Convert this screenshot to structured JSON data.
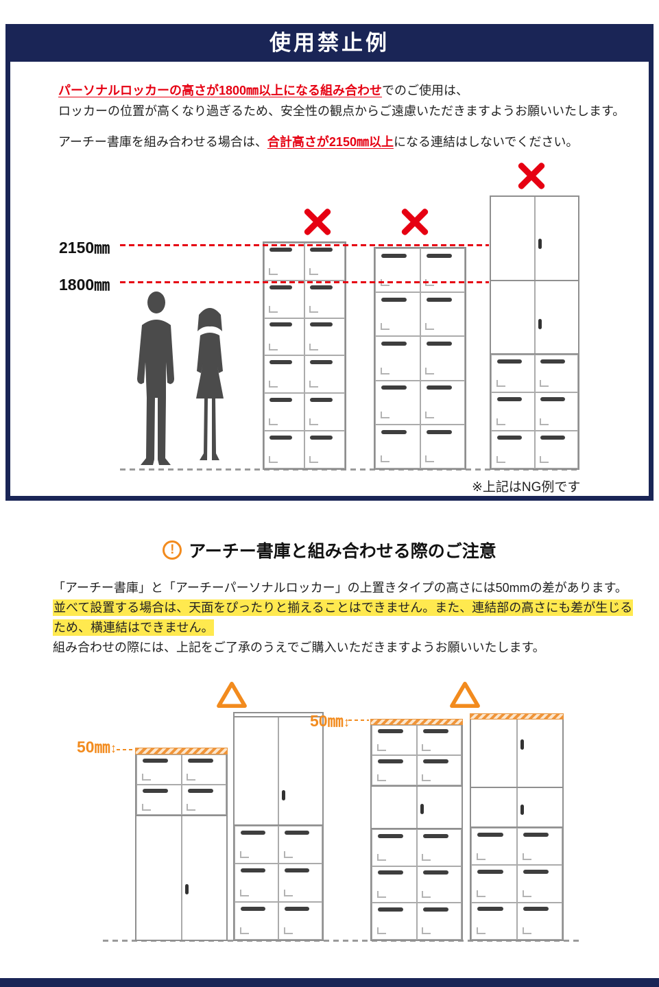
{
  "colors": {
    "navy": "#1a2556",
    "red": "#e60012",
    "orange": "#f28b1e",
    "highlight": "#ffe94f"
  },
  "prohibited": {
    "title": "使用禁止例",
    "intro": {
      "line1_red": "パーソナルロッカーの高さが1800㎜以上になる組み合わせ",
      "line1_rest": "でのご使用は、",
      "line2": "ロッカーの位置が高くなり過ぎるため、安全性の観点からご遠慮いただきますようお願いいたします。",
      "line3_head": "アーチー書庫を組み合わせる場合は、",
      "line3_red": "合計高さが2150㎜以上",
      "line3_rest": "になる連結はしないでください。"
    },
    "height_label_2150": "2150㎜",
    "height_label_1800": "1800㎜",
    "ng_note": "※上記はNG例です"
  },
  "caution": {
    "icon_mark": "!",
    "title": "アーチー書庫と組み合わせる際のご注意",
    "line1": "「アーチー書庫」と「アーチーパーソナルロッカー」の上置きタイプの高さには50mmの差があります。",
    "line2_highlight": "並べて設置する場合は、天面をぴったりと揃えることはできません。また、連結部の高さにも差が生じる",
    "line3_highlight": "ため、横連結はできません。",
    "line4": "組み合わせの際には、上記をご了承のうえでご購入いただきますようお願いいたします。",
    "gap_left_label": "50㎜",
    "gap_right_label": "50㎜",
    "gap_arrow": "↕"
  },
  "icons": {
    "ng_cross": "✕",
    "warning_circle": "!",
    "warning_triangle": "△",
    "updown_arrow": "↕"
  }
}
